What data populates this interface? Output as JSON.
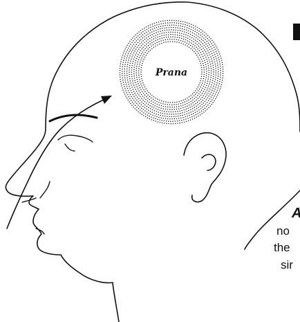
{
  "diagram": {
    "center_label": "Prana",
    "side_text_fragments": [
      "A",
      "no",
      "the",
      "sir"
    ]
  }
}
